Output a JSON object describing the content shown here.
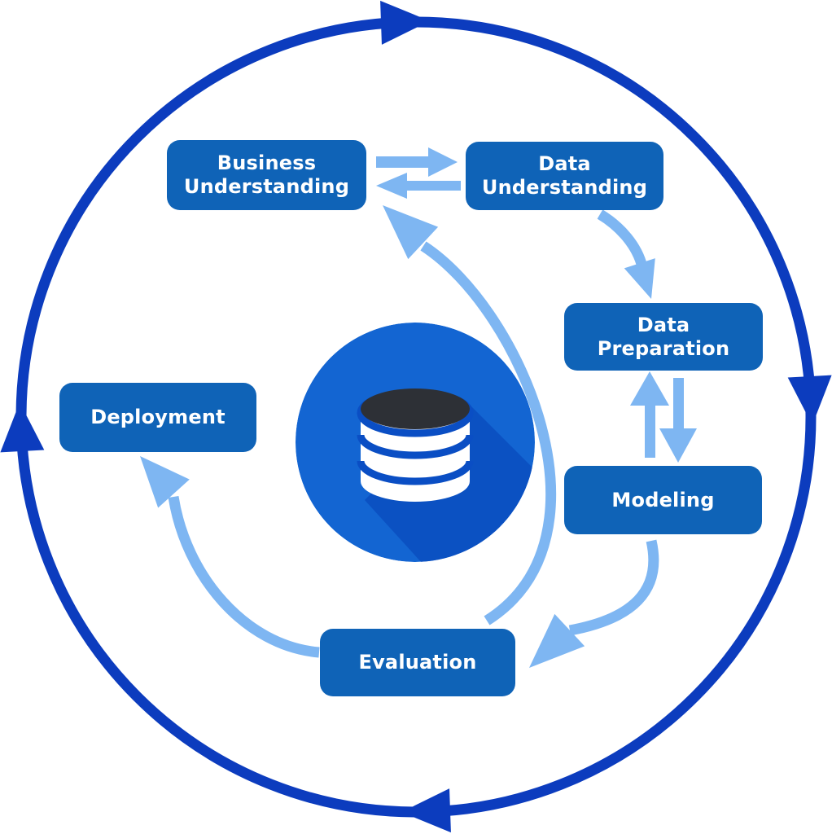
{
  "diagram_type": "process-cycle",
  "nodes": {
    "business_understanding": {
      "label": "Business Understanding"
    },
    "data_understanding": {
      "label": "Data Understanding"
    },
    "data_preparation": {
      "label": "Data Preparation"
    },
    "modeling": {
      "label": "Modeling"
    },
    "evaluation": {
      "label": "Evaluation"
    },
    "deployment": {
      "label": "Deployment"
    }
  },
  "center_icon": "database-icon",
  "connections": [
    {
      "from": "Business Understanding",
      "to": "Data Understanding",
      "style": "double-arrow"
    },
    {
      "from": "Data Understanding",
      "to": "Business Understanding",
      "style": "double-arrow"
    },
    {
      "from": "Data Understanding",
      "to": "Data Preparation",
      "style": "curved"
    },
    {
      "from": "Data Preparation",
      "to": "Modeling",
      "style": "double-arrow"
    },
    {
      "from": "Modeling",
      "to": "Data Preparation",
      "style": "double-arrow"
    },
    {
      "from": "Modeling",
      "to": "Evaluation",
      "style": "curved"
    },
    {
      "from": "Evaluation",
      "to": "Business Understanding",
      "style": "curved"
    },
    {
      "from": "Evaluation",
      "to": "Deployment",
      "style": "curved"
    },
    {
      "from": "outer-cycle",
      "to": "outer-cycle",
      "style": "clockwise-ring"
    }
  ],
  "colors": {
    "node_fill": "#0f63b7",
    "node_text": "#ffffff",
    "outer_ring": "#0c3cbe",
    "light_arrow": "#7eb6f2",
    "center_circle": "#1365d2",
    "center_shadow": "#0b51c2",
    "db_top": "#2d3036",
    "db_stripe": "#0a4ec4",
    "db_body": "#ffffff",
    "background": "#ffffff"
  }
}
